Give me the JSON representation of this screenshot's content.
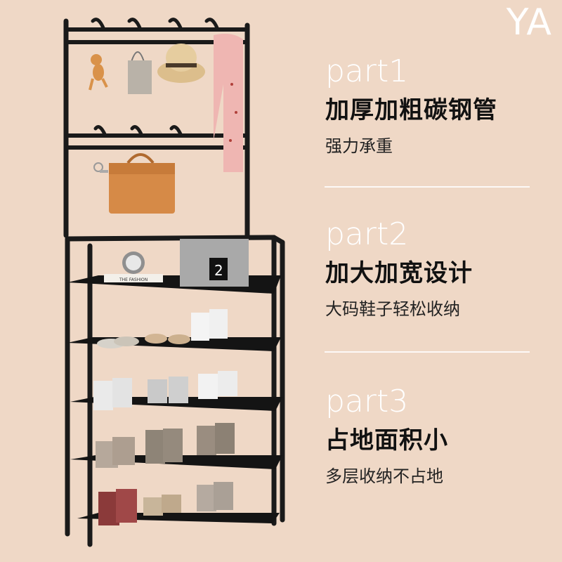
{
  "brand": "YA",
  "parts": [
    {
      "label": "part1",
      "title": "加厚加粗碳钢管",
      "desc": "强力承重"
    },
    {
      "label": "part2",
      "title": "加大加宽设计",
      "desc": "大码鞋子轻松收纳"
    },
    {
      "label": "part3",
      "title": "占地面积小",
      "desc": "多层收纳不占地"
    }
  ],
  "box_number": "2",
  "book_text": "THE FASHION",
  "colors": {
    "background": "#efd8c6",
    "rack": "#1a1a1a",
    "bag": "#d68a47",
    "scarf": "#efb6b2",
    "text_light": "#ffffff",
    "text_dark": "#111111"
  }
}
